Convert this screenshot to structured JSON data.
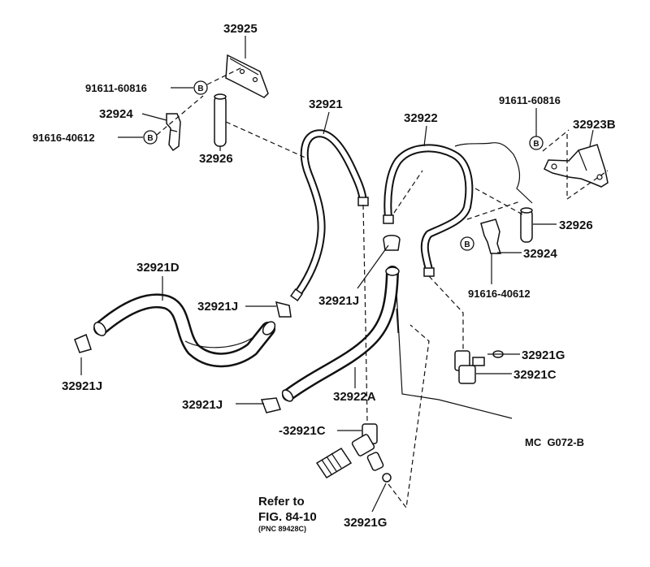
{
  "labels": {
    "p32925": "32925",
    "p91611_left": "91611-60816",
    "p32924_left": "32924",
    "p91616_left": "91616-40612",
    "p32926_left": "32926",
    "p32921": "32921",
    "p32922": "32922",
    "p91611_right": "91611-60816",
    "p32923B": "32923B",
    "p32926_right": "32926",
    "p32924_right": "32924",
    "p91616_right": "91616-40612",
    "p32921D": "32921D",
    "p32921J_a": "32921J",
    "p32921J_b": "32921J",
    "p32921J_c": "32921J",
    "p32921J_d": "32921J",
    "p32921G_a": "32921G",
    "p32921C_a": "32921C",
    "p32922A": "32922A",
    "p32921C_b": "-32921C",
    "p32921G_b": "32921G",
    "refer_line1": "Refer to",
    "refer_line2": "FIG. 84-10",
    "refer_line3": "(PNC 89428C)",
    "drawing_code": "MC  G072-B",
    "bolt_marker": "B"
  }
}
